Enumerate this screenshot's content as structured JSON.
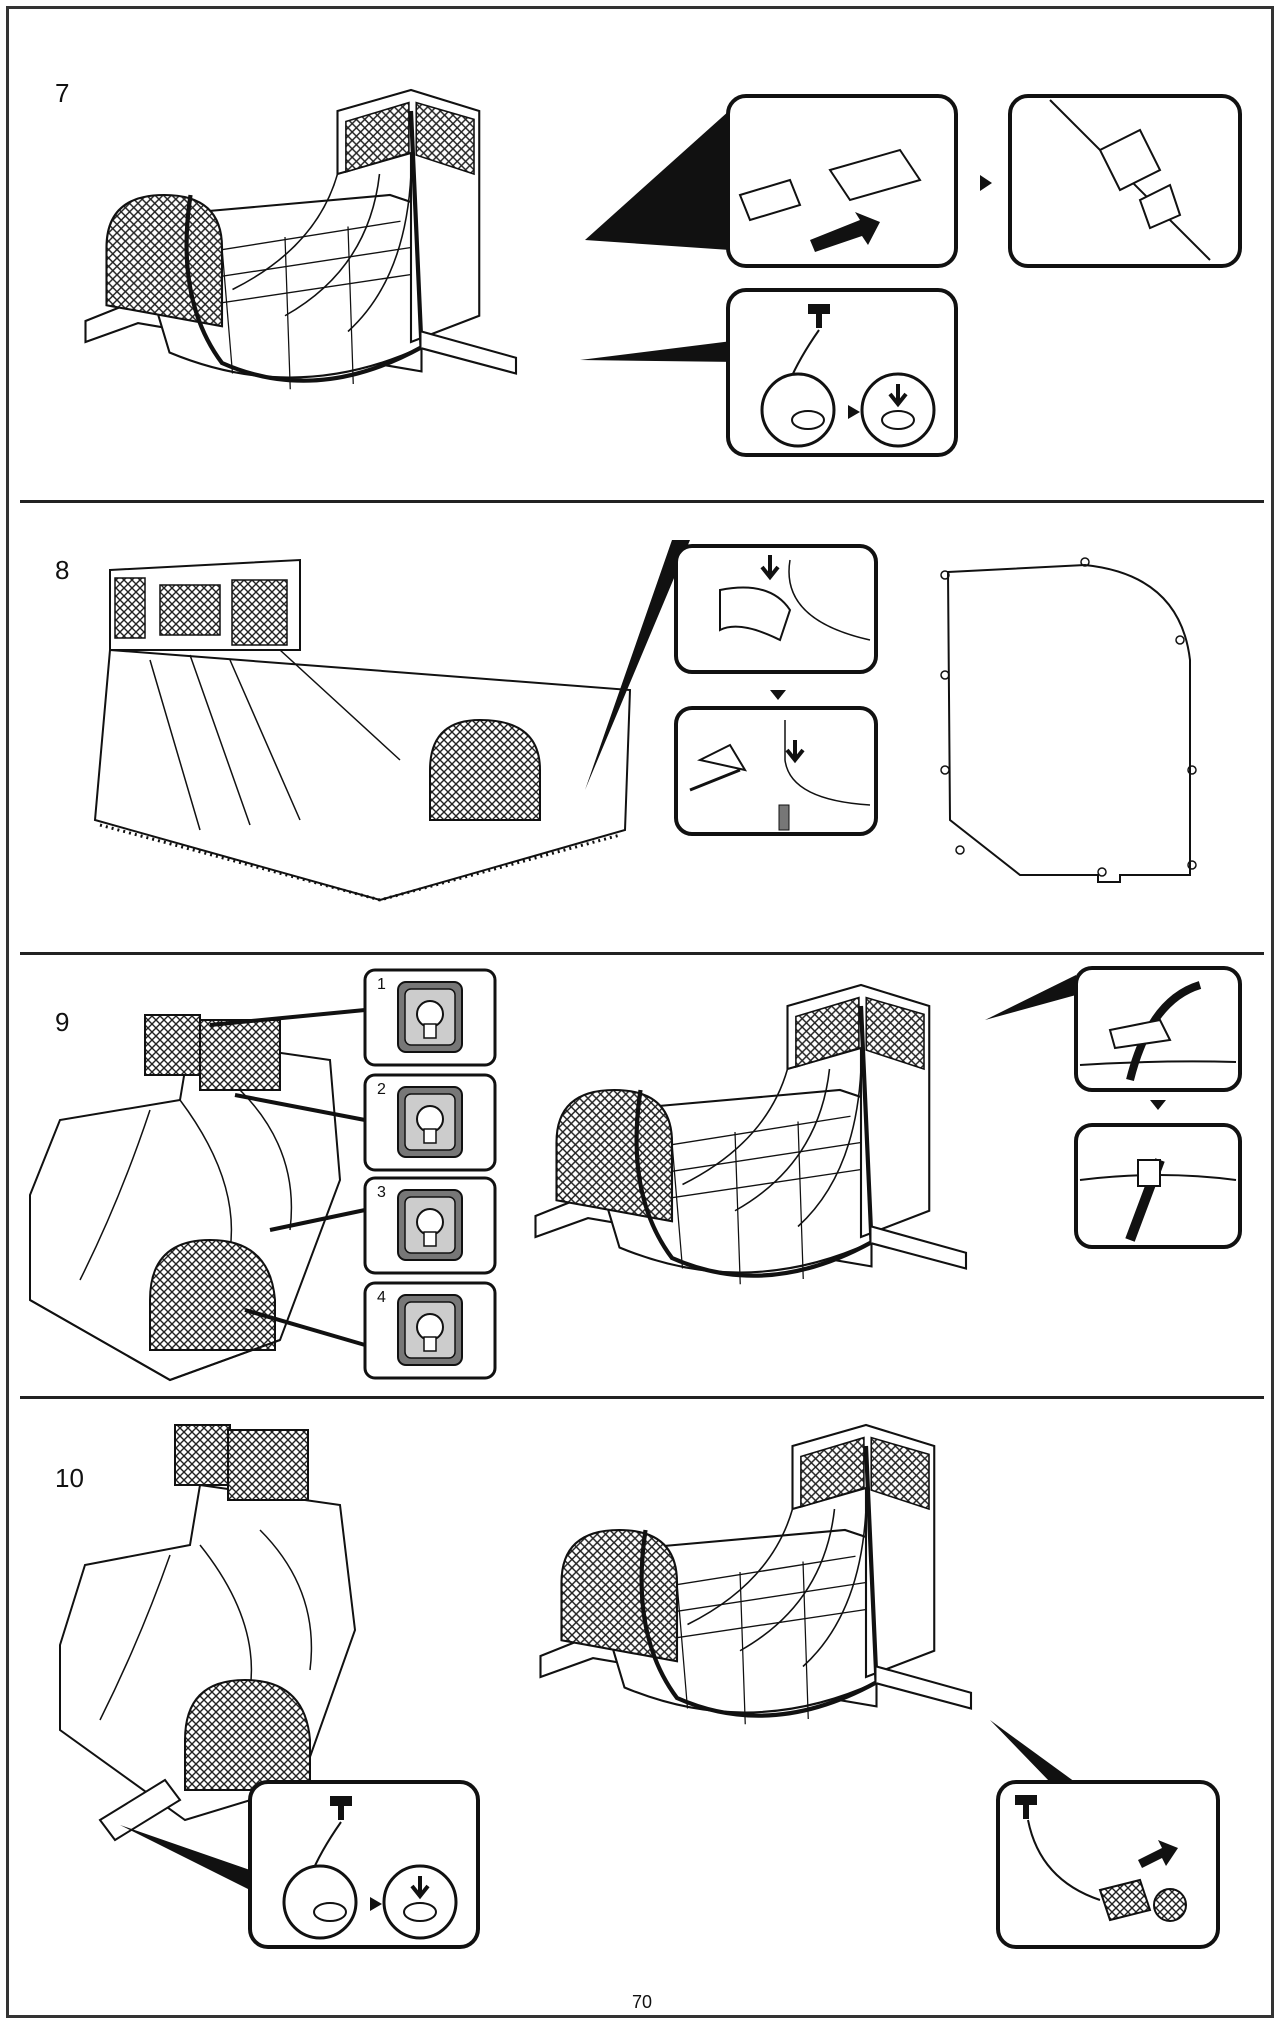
{
  "steps": [
    {
      "number": "7"
    },
    {
      "number": "8"
    },
    {
      "number": "9",
      "valve_labels": [
        "1",
        "2",
        "3",
        "4"
      ]
    },
    {
      "number": "10"
    }
  ],
  "page_number": "70"
}
